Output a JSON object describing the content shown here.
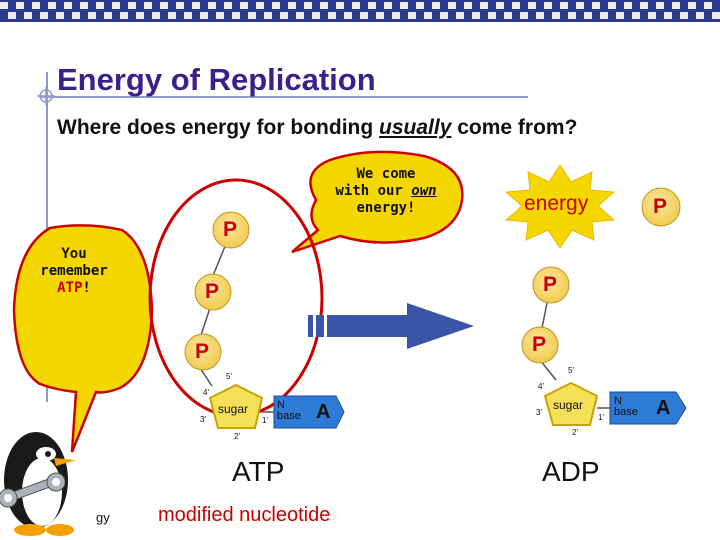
{
  "title": "Energy of Replication",
  "question": {
    "prefix": "Where does energy for bonding ",
    "emphasis": "usually",
    "suffix": " come from?"
  },
  "bubble_left": {
    "line1": "You",
    "line2": "remember",
    "atp": "ATP",
    "excl": "!"
  },
  "bubble_top": {
    "line1": "We come",
    "line2_a": "with our ",
    "line2_own": "own",
    "line3": "energy!"
  },
  "phosphate_label": "P",
  "energy_label": "energy",
  "atp_label": "ATP",
  "adp_label": "ADP",
  "modified_label": "modified nucleotide",
  "sugar_label": "sugar",
  "nbase_line1": "N",
  "nbase_line2": "base",
  "base_letter": "A",
  "carbon_numbers": {
    "c1": "1'",
    "c2": "2'",
    "c3": "3'",
    "c4": "4'",
    "c5": "5'"
  },
  "footer_fragment": "gy",
  "icons": [
    "penguin-mascot-icon",
    "wrench-icon",
    "crosshair-icon",
    "right-arrow-icon",
    "starburst-icon"
  ],
  "colors": {
    "title": "#3b1f8a",
    "phosphate_fill": "#f7d86e",
    "phosphate_text": "#cc0000",
    "bubble_fill": "#f5d700",
    "bubble_border": "#cc0000",
    "arrow": "#3a55a8",
    "oval": "#cc0000",
    "starburst": "#f5d700"
  }
}
